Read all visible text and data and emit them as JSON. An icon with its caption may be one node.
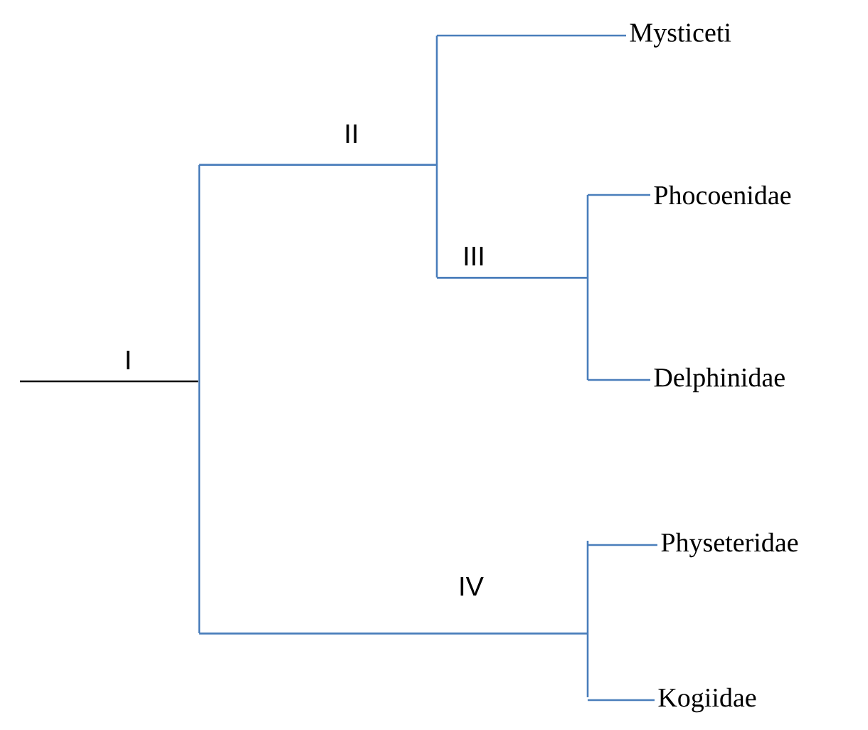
{
  "diagram": {
    "nodes": [
      {
        "text": [],
        "shape": "bar"
      },
      {
        "text": [],
        "shape": "bar"
      },
      {
        "text": [
          "Mysticeti"
        ]
      },
      {
        "text": [],
        "shape": "bar"
      },
      {
        "text": [
          "Phocoenidae"
        ]
      },
      {
        "text": [
          "Delphinidae"
        ]
      },
      {
        "text": [],
        "shape": "bar"
      },
      {
        "text": [
          "Physeteridae"
        ]
      },
      {
        "text": [
          "Kogiidae"
        ]
      }
    ],
    "edges": [
      {
        "from": null,
        "to": 0,
        "arrow": "none",
        "label": "I",
        "color": "#000000"
      },
      {
        "from": 0,
        "to": 1,
        "arrow": "none",
        "label": "II"
      },
      {
        "from": 1,
        "to": 2,
        "arrow": "none"
      },
      {
        "from": 1,
        "to": 3,
        "arrow": "none",
        "label": "III"
      },
      {
        "from": 3,
        "to": 4,
        "arrow": "none"
      },
      {
        "from": 3,
        "to": 5,
        "arrow": "none"
      },
      {
        "from": 0,
        "to": 6,
        "arrow": "none",
        "label": "IV"
      },
      {
        "from": 6,
        "to": 7,
        "arrow": "none"
      },
      {
        "from": 6,
        "to": 8,
        "arrow": "none"
      }
    ]
  }
}
